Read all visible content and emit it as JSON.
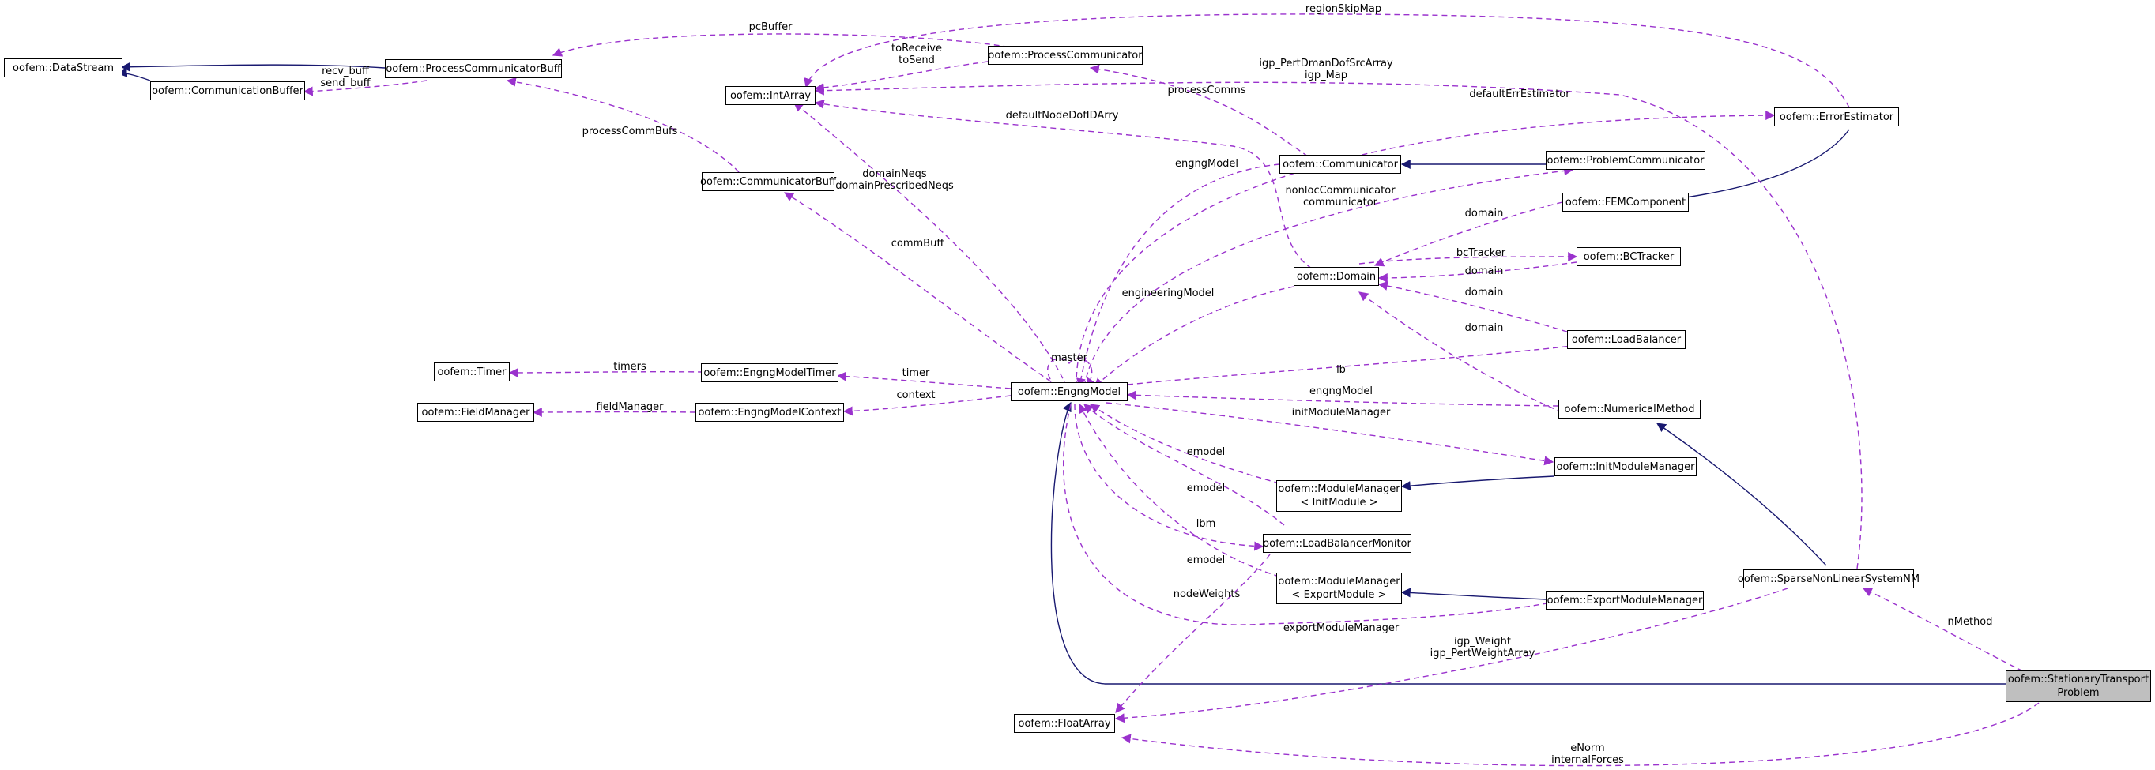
{
  "colors": {
    "inherit": "#191970",
    "usage": "#9a32cd",
    "focus_fill": "#bfbfbf"
  },
  "nodes": {
    "datastream": "oofem::DataStream",
    "process_comm_buff": "oofem::ProcessCommunicatorBuff",
    "communication_buffer": "oofem::CommunicationBuffer",
    "int_array": "oofem::IntArray",
    "process_communicator": "oofem::ProcessCommunicator",
    "error_estimator": "oofem::ErrorEstimator",
    "communicator_buff": "oofem::CommunicatorBuff",
    "communicator": "oofem::Communicator",
    "problem_communicator": "oofem::ProblemCommunicator",
    "fem_component": "oofem::FEMComponent",
    "bc_tracker": "oofem::BCTracker",
    "domain": "oofem::Domain",
    "load_balancer": "oofem::LoadBalancer",
    "timer": "oofem::Timer",
    "engng_model_timer": "oofem::EngngModelTimer",
    "engng_model": "oofem::EngngModel",
    "numerical_method": "oofem::NumericalMethod",
    "field_manager": "oofem::FieldManager",
    "engng_model_context": "oofem::EngngModelContext",
    "init_module_manager": "oofem::InitModuleManager",
    "module_manager_init": [
      "oofem::ModuleManager",
      "< InitModule >"
    ],
    "load_balancer_monitor": "oofem::LoadBalancerMonitor",
    "module_manager_export": [
      "oofem::ModuleManager",
      "< ExportModule >"
    ],
    "export_module_manager": "oofem::ExportModuleManager",
    "sparse_nonlinear_system_nm": "oofem::SparseNonLinearSystemNM",
    "float_array": "oofem::FloatArray",
    "stationary_transport_problem": [
      "oofem::StationaryTransport",
      "Problem"
    ]
  },
  "edge_labels": {
    "region_skip_map": [
      "regionSkipMap"
    ],
    "pc_buffer": [
      "pcBuffer"
    ],
    "recv_send_buff": [
      "recv_buff",
      "send_buff"
    ],
    "to_receive_send": [
      "toReceive",
      "toSend"
    ],
    "igp_pert_map": [
      "igp_PertDmanDofSrcArray",
      "igp_Map"
    ],
    "default_err_estimator": [
      "defaultErrEstimator"
    ],
    "process_comms": [
      "processComms"
    ],
    "default_node_dof_id": [
      "defaultNodeDofIDArry"
    ],
    "process_comm_bufs": [
      "processCommBufs"
    ],
    "domain_neqs": [
      "domainNeqs",
      "domainPrescribedNeqs"
    ],
    "engng_model_comm": [
      "engngModel"
    ],
    "nonloc_comm": [
      "nonlocCommunicator",
      "communicator"
    ],
    "domain_1": [
      "domain"
    ],
    "bc_tracker": [
      "bcTracker"
    ],
    "domain_2": [
      "domain"
    ],
    "comm_buff": [
      "commBuff"
    ],
    "engineering_model": [
      "engineeringModel"
    ],
    "domain_3": [
      "domain"
    ],
    "domain_4": [
      "domain"
    ],
    "master": [
      "master"
    ],
    "timers": [
      "timers"
    ],
    "timer": [
      "timer"
    ],
    "lb": [
      "lb"
    ],
    "engng_model_nm": [
      "engngModel"
    ],
    "field_manager": [
      "fieldManager"
    ],
    "context": [
      "context"
    ],
    "init_module_manager": [
      "initModuleManager"
    ],
    "emodel_1": [
      "emodel"
    ],
    "emodel_2": [
      "emodel"
    ],
    "lbm": [
      "lbm"
    ],
    "emodel_3": [
      "emodel"
    ],
    "node_weights": [
      "nodeWeights"
    ],
    "export_module_manager": [
      "exportModuleManager"
    ],
    "n_method": [
      "nMethod"
    ],
    "igp_weight": [
      "igp_Weight",
      "igp_PertWeightArray"
    ],
    "enorm": [
      "eNorm",
      "internalForces"
    ]
  }
}
